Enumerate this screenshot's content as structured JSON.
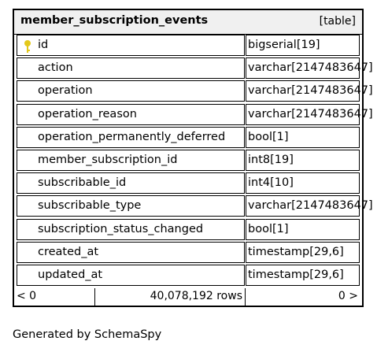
{
  "table": {
    "name": "member_subscription_events",
    "kind": "[table]",
    "columns": [
      {
        "name": "id",
        "type": "bigserial[19]",
        "is_key": true
      },
      {
        "name": "action",
        "type": "varchar[2147483647]"
      },
      {
        "name": "operation",
        "type": "varchar[2147483647]"
      },
      {
        "name": "operation_reason",
        "type": "varchar[2147483647]"
      },
      {
        "name": "operation_permanently_deferred",
        "type": "bool[1]"
      },
      {
        "name": "member_subscription_id",
        "type": "int8[19]"
      },
      {
        "name": "subscribable_id",
        "type": "int4[10]"
      },
      {
        "name": "subscribable_type",
        "type": "varchar[2147483647]"
      },
      {
        "name": "subscription_status_changed",
        "type": "bool[1]"
      },
      {
        "name": "created_at",
        "type": "timestamp[29,6]"
      },
      {
        "name": "updated_at",
        "type": "timestamp[29,6]"
      }
    ],
    "footer": {
      "parents": "< 0",
      "rows": "40,078,192 rows",
      "children": "0 >"
    }
  },
  "generated_by": "Generated by SchemaSpy",
  "colors": {
    "header_bg": "#f0f0f0",
    "border": "#000000",
    "key_icon": "#e3c81a"
  }
}
